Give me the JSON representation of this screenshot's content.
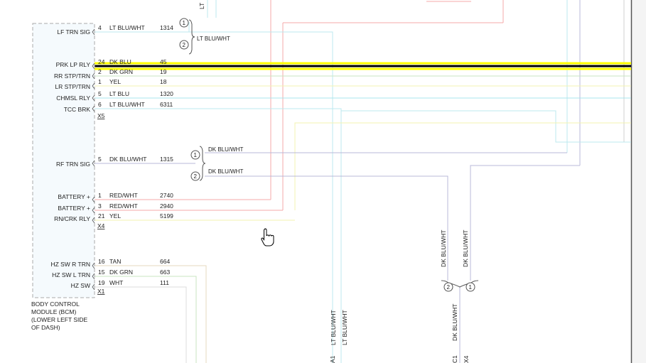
{
  "module": {
    "name_lines": [
      "BODY CONTROL",
      "MODULE (BCM)",
      "(LOWER LEFT SIDE",
      "OF DASH)"
    ]
  },
  "pins": [
    {
      "label": "LF TRN SIG",
      "pin": "4",
      "color": "LT BLU/WHT",
      "circuit": "1314"
    },
    {
      "label": "PRK LP RLY",
      "pin": "24",
      "color": "DK BLU",
      "circuit": "45"
    },
    {
      "label": "RR STP/TRN",
      "pin": "2",
      "color": "DK GRN",
      "circuit": "19"
    },
    {
      "label": "LR STP/TRN",
      "pin": "1",
      "color": "YEL",
      "circuit": "18"
    },
    {
      "label": "CHMSL RLY",
      "pin": "5",
      "color": "LT BLU",
      "circuit": "1320"
    },
    {
      "label": "TCC BRK",
      "pin": "6",
      "color": "LT BLU/WHT",
      "circuit": "6311"
    },
    {
      "label": "RF TRN SIG",
      "pin": "5",
      "color": "DK BLU/WHT",
      "circuit": "1315"
    },
    {
      "label": "BATTERY +",
      "pin": "1",
      "color": "RED/WHT",
      "circuit": "2740"
    },
    {
      "label": "BATTERY +",
      "pin": "3",
      "color": "RED/WHT",
      "circuit": "2940"
    },
    {
      "label": "RN/CRK RLY",
      "pin": "21",
      "color": "YEL",
      "circuit": "5199"
    },
    {
      "label": "HZ SW R TRN",
      "pin": "16",
      "color": "TAN",
      "circuit": "664"
    },
    {
      "label": "HZ SW L TRN",
      "pin": "15",
      "color": "DK GRN",
      "circuit": "663"
    },
    {
      "label": "HZ SW",
      "pin": "19",
      "color": "WHT",
      "circuit": "111"
    }
  ],
  "connectors": [
    "X5",
    "X4",
    "X1"
  ],
  "splices": [
    {
      "n1": "1",
      "n2": "2",
      "wire": "LT BLU/WHT"
    },
    {
      "n1": "1",
      "n2": "2",
      "wire1": "DK BLU/WHT",
      "wire2": "DK BLU/WHT"
    }
  ],
  "top_cut_label": "LT",
  "vertical_labels": {
    "mid_left_1": "LT BLU/WHT",
    "mid_left_2": "LT BLU/WHT",
    "right_1": "DK BLU/WHT",
    "right_2": "DK BLU/WHT",
    "right_splice": [
      "2",
      "1"
    ],
    "right_bottom": "DK BLU/WHT",
    "bottom_a1": "A1",
    "bottom_c1": "C1",
    "bottom_x4": "X4"
  },
  "wire_colors": {
    "lt_blu": "#a8e4ec",
    "lt_blu_wht": "#bce9ef",
    "dk_blu_wht": "#b8b8d8",
    "red": "#f4a8a8",
    "yellow": "#f3f3b0",
    "green": "#c8e6c0",
    "tan": "#e6d9bf",
    "highlight_yellow": "#ffff00",
    "highlight_black": "#000000"
  }
}
